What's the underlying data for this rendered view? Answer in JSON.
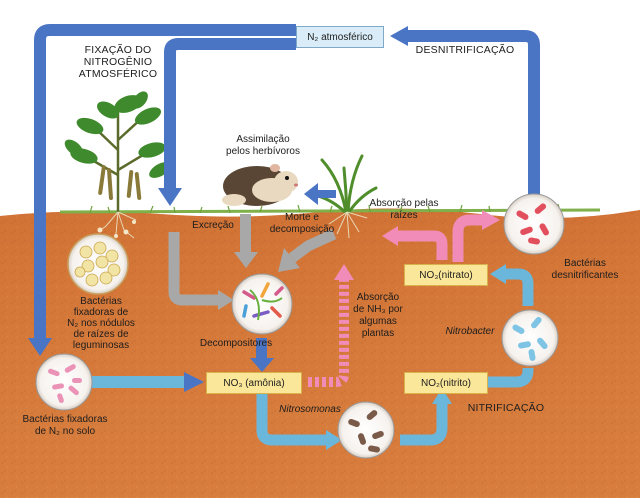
{
  "labels": {
    "n2_atmosferico": "N₂ atmosférico",
    "fixacao_line1": "FIXAÇÃO DO",
    "fixacao_line2": "NITROGÊNIO",
    "fixacao_line3": "ATMOSFÉRICO",
    "desnitrificacao": "DESNITRIFICAÇÃO",
    "assimilacao_line1": "Assimilação",
    "assimilacao_line2": "pelos herbívoros",
    "excrecao": "Excreção",
    "morte_line1": "Morte e",
    "morte_line2": "decomposição",
    "absorcao_raizes_line1": "Absorção pelas",
    "absorcao_raizes_line2": "raízes",
    "bact_nodulos_line1": "Bactérias",
    "bact_nodulos_line2": "fixadoras de",
    "bact_nodulos_line3": "N₂ nos nódulos",
    "bact_nodulos_line4": "de raízes de",
    "bact_nodulos_line5": "leguminosas",
    "bact_desnit_line1": "Bactérias",
    "bact_desnit_line2": "desnitrificantes",
    "decompositores": "Decompositores",
    "absorcao_nh3_line1": "Absorção",
    "absorcao_nh3_line2": "de NH₃ por",
    "absorcao_nh3_line3": "algumas",
    "absorcao_nh3_line4": "plantas",
    "nitrobacter": "Nitrobacter",
    "nitrosomonas": "Nitrosomonas",
    "nitrificacao": "NITRIFICAÇÃO",
    "bact_solo_line1": "Bactérias fixadoras",
    "bact_solo_line2": "de N₂ no solo",
    "nitrato": "NO₃(nitrato)",
    "nitrito": "NO₂(nitrito)",
    "amonia": "NO₃ (amônia)"
  },
  "colors": {
    "soil": "#d5793a",
    "soil_dark": "#b45a26",
    "blue_arrow": "#4a74c4",
    "light_blue_arrow": "#6bb7dc",
    "gray_arrow": "#a8a8a8",
    "pink_arrow": "#f08cb7",
    "label_box": "#fbe79a",
    "n2_box": "#d9ecf7"
  }
}
